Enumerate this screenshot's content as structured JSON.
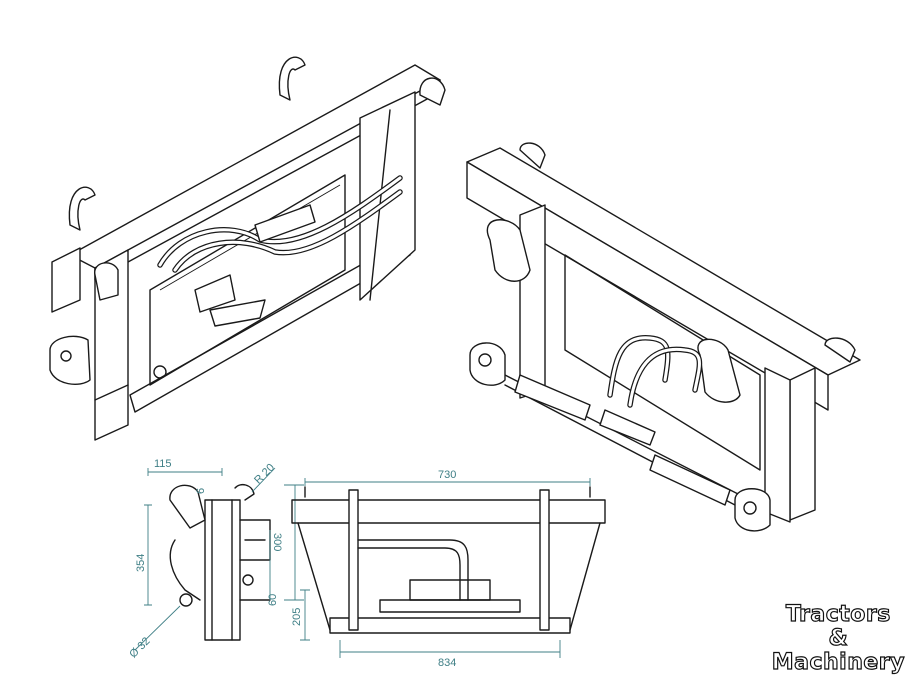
{
  "dimensions": {
    "d115": "115",
    "d6": "6",
    "r20": "R 20",
    "d354": "354",
    "d300": "300",
    "d60": "60",
    "d205": "205",
    "d32": "Ø 32",
    "d730": "730",
    "d834": "834"
  },
  "watermark": {
    "line1": "Tractors",
    "line2": "&",
    "line3": "Machinery"
  },
  "colors": {
    "line": "#1a1a1a",
    "dimension": "#3f7f86"
  }
}
